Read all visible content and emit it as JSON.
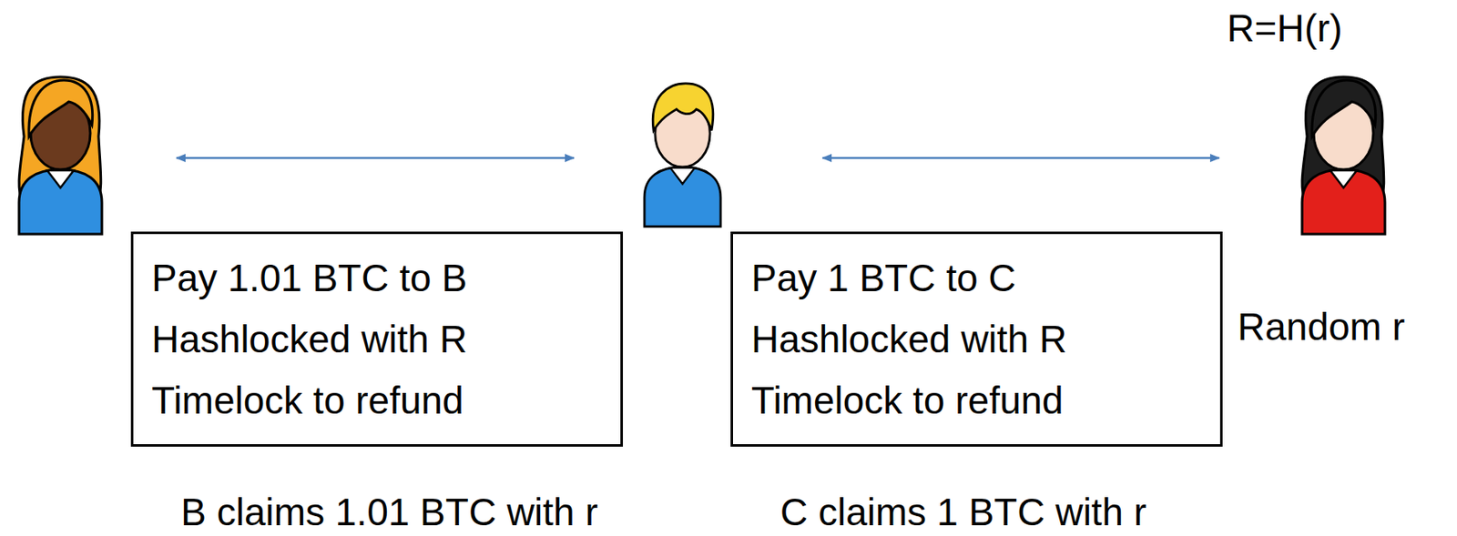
{
  "diagram": {
    "nodes": [
      {
        "text": [
          "Pay 1.01 BTC to B",
          "Hashlocked with R",
          "Timelock to refund"
        ]
      },
      {
        "text": [
          "Pay 1 BTC to C",
          "Hashlocked with R",
          "Timelock to refund"
        ]
      }
    ],
    "labels": [
      "R=H(r)",
      "Random r",
      "B claims 1.01 BTC with r",
      "C claims 1 BTC with r"
    ]
  }
}
